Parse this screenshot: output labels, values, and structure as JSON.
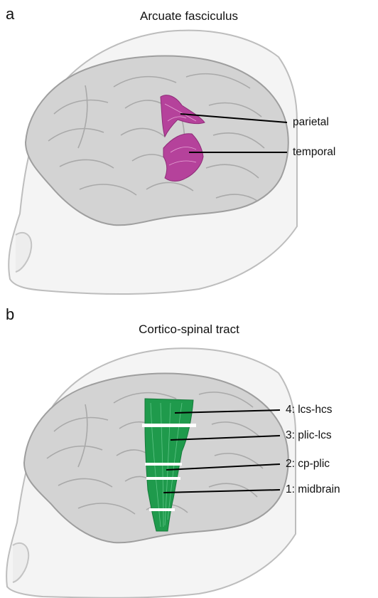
{
  "panels": [
    {
      "letter": "a",
      "title": "Arcuate fasciculus",
      "tract_color": "#b5429b",
      "labels": [
        "parietal",
        "temporal"
      ]
    },
    {
      "letter": "b",
      "title": "Cortico-spinal tract",
      "tract_color": "#1f9a4c",
      "labels": [
        "4: lcs-hcs",
        "3: plic-lcs",
        "2: cp-plic",
        "1: midbrain"
      ]
    }
  ]
}
